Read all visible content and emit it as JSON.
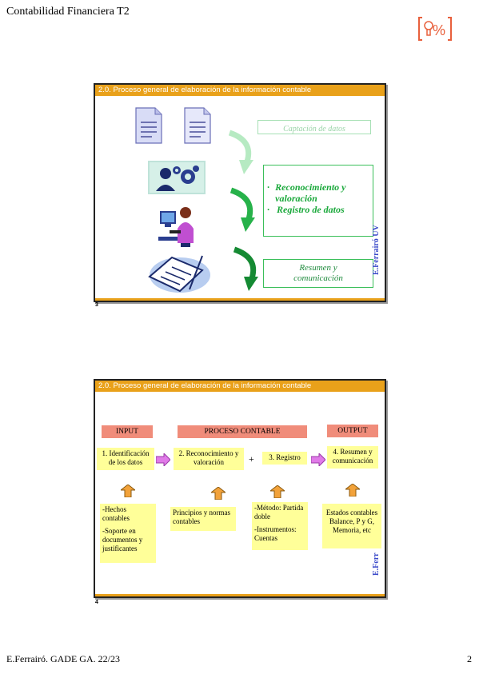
{
  "page": {
    "header_title": "Contabilidad Financiera T2",
    "logo_text": "[ ]%]",
    "footer_left": "E.Ferrairó. GADE GA. 22/23",
    "footer_right": "2"
  },
  "slide1": {
    "bar_title": "2.0. Proceso general de elaboración de la información contable",
    "captacion": "Captación de datos",
    "bullet1": "Reconocimiento y valoración",
    "bullet2": "Registro de datos",
    "resumen": "Resumen y comunicación",
    "vertical": "E.Ferrairó UV",
    "slide_number": "3"
  },
  "slide2": {
    "bar_title": "2.0. Proceso  general de elaboración de la información contable",
    "input": "INPUT",
    "proceso": "PROCESO CONTABLE",
    "output": "OUTPUT",
    "step1": "1. Identificación de los datos",
    "step2": "2. Reconocimiento y valoración",
    "plus": "+",
    "step3": "3. Registro",
    "step4": "4. Resumen y comunicación",
    "box1_a": "-Hechos contables",
    "box1_b": "-Soporte en documentos y justificantes",
    "box2": "Principios y normas contables",
    "box3_a": "-Método: Partida doble",
    "box3_b": "-Instrumentos: Cuentas",
    "box4": "Estados contables Balance, P y G, Memoria, etc",
    "vertical": "E.Ferr",
    "slide_number": "4"
  }
}
